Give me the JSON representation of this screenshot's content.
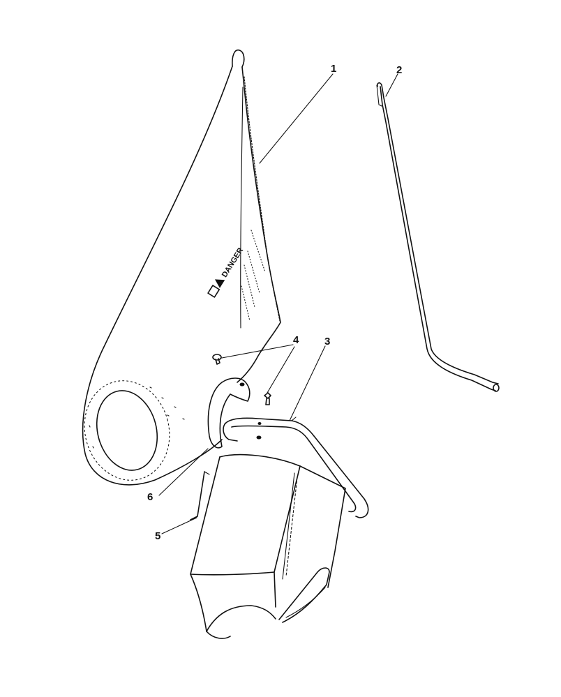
{
  "diagram": {
    "warning_label": "DANGER",
    "callouts": [
      {
        "id": "1",
        "part": "bag"
      },
      {
        "id": "2",
        "part": "rod"
      },
      {
        "id": "3",
        "part": "chute-frame"
      },
      {
        "id": "4",
        "part": "fasteners"
      },
      {
        "id": "5",
        "part": "deflector"
      },
      {
        "id": "6",
        "part": "clip"
      }
    ]
  }
}
